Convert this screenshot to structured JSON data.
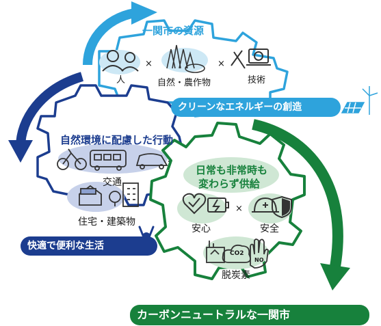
{
  "resources": {
    "title": "一関市の資源",
    "people": "人",
    "nature": "自然・農作物",
    "tech": "技術",
    "times": "×"
  },
  "clean_energy": "クリーンなエネルギーの創造",
  "lifestyle": {
    "title": "自然環境に配慮した行動",
    "transport": "交通",
    "housing": "住宅・建築物"
  },
  "comfortable_life": "快適で便利な生活",
  "resilience": {
    "title_line1": "日常も非常時も",
    "title_line2": "変わらず供給",
    "safety": "安心",
    "security": "安全",
    "decarbon": "脱炭素",
    "times": "×",
    "co2": "CO2",
    "no": "NO"
  },
  "goal": "カーボンニュートラルな一関市",
  "colors": {
    "cyan": "#2ea3dc",
    "navy": "#1c3d8f",
    "green": "#17813c",
    "light_cyan_fill": "#cde8f5",
    "light_navy_fill": "#c7d1ea",
    "light_green_fill": "#cfe7d4"
  }
}
